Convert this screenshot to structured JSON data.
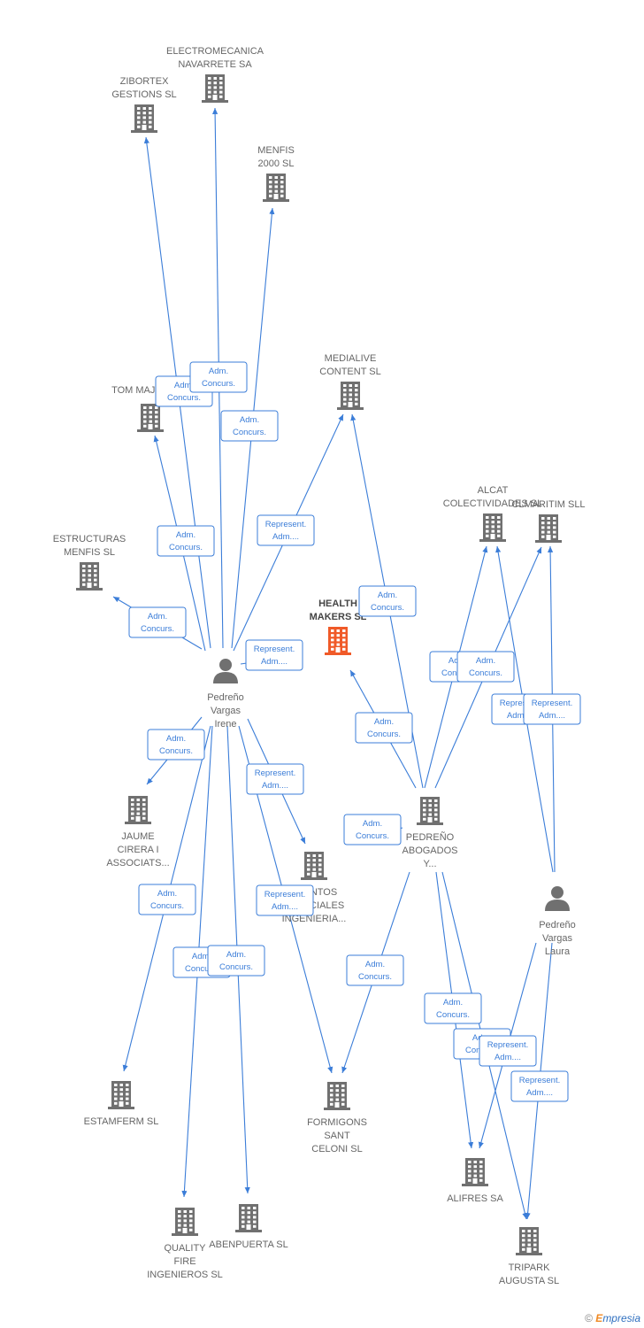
{
  "colors": {
    "edge": "#3b7dd8",
    "company": "#707070",
    "person": "#707070",
    "focus": "#f05a28"
  },
  "nodes": [
    {
      "id": "electromecanica",
      "type": "company",
      "lines": [
        "ELECTROMECANICA",
        "NAVARRETE SA"
      ]
    },
    {
      "id": "zibortex",
      "type": "company",
      "lines": [
        "ZIBORTEX",
        "GESTIONS SL"
      ]
    },
    {
      "id": "menfis2000",
      "type": "company",
      "lines": [
        "MENFIS",
        "2000 SL"
      ]
    },
    {
      "id": "medialive",
      "type": "company",
      "lines": [
        "MEDIALIVE",
        "CONTENT SL"
      ]
    },
    {
      "id": "tommajo",
      "type": "company",
      "lines": [
        "TOM MAJO"
      ]
    },
    {
      "id": "estructuras",
      "type": "company",
      "lines": [
        "ESTRUCTURAS",
        "MENFIS SL"
      ]
    },
    {
      "id": "health",
      "type": "focus",
      "lines": [
        "HEALTH",
        "MAKERS SL"
      ]
    },
    {
      "id": "alcat",
      "type": "company",
      "lines": [
        "ALCAT",
        "COLECTIVIDADES SL"
      ]
    },
    {
      "id": "clmaritim",
      "type": "company",
      "lines": [
        "CLMARITIM SLL"
      ]
    },
    {
      "id": "irene",
      "type": "person",
      "lines": [
        "Pedreño",
        "Vargas",
        "Irene"
      ]
    },
    {
      "id": "jaume",
      "type": "company",
      "lines": [
        "JAUME",
        "CIRERA I",
        "ASSOCIATS..."
      ]
    },
    {
      "id": "pedreno_abogados",
      "type": "company",
      "lines": [
        "PEDREÑO",
        "ABOGADOS",
        "Y..."
      ]
    },
    {
      "id": "asentos",
      "type": "company",
      "lines": [
        "ASENTOS",
        "ESPECIALES",
        "INGENIERIA..."
      ]
    },
    {
      "id": "laura",
      "type": "person",
      "lines": [
        "Pedreño",
        "Vargas",
        "Laura"
      ]
    },
    {
      "id": "estamferm",
      "type": "company",
      "lines": [
        "ESTAMFERM SL"
      ]
    },
    {
      "id": "formigons",
      "type": "company",
      "lines": [
        "FORMIGONS",
        "SANT",
        "CELONI SL"
      ]
    },
    {
      "id": "alifres",
      "type": "company",
      "lines": [
        "ALIFRES SA"
      ]
    },
    {
      "id": "quality",
      "type": "company",
      "lines": [
        "QUALITY",
        "FIRE",
        "INGENIEROS SL"
      ]
    },
    {
      "id": "abenpuerta",
      "type": "company",
      "lines": [
        "ABENPUERTA SL"
      ]
    },
    {
      "id": "tripark",
      "type": "company",
      "lines": [
        "TRIPARK",
        "AUGUSTA SL"
      ]
    }
  ],
  "edges": [
    {
      "from": "irene",
      "to": "zibortex",
      "label": [
        "Adm.",
        "Concurs."
      ]
    },
    {
      "from": "irene",
      "to": "electromecanica",
      "label": [
        "Adm.",
        "Concurs."
      ]
    },
    {
      "from": "irene",
      "to": "menfis2000",
      "label": [
        "Adm.",
        "Concurs."
      ]
    },
    {
      "from": "irene",
      "to": "tommajo",
      "label": [
        "Adm.",
        "Concurs."
      ]
    },
    {
      "from": "irene",
      "to": "medialive",
      "label": [
        "Represent.",
        "Adm...."
      ]
    },
    {
      "from": "irene",
      "to": "estructuras",
      "label": [
        "Adm.",
        "Concurs."
      ]
    },
    {
      "from": "irene",
      "to": "health",
      "label": [
        "Represent.",
        "Adm...."
      ]
    },
    {
      "from": "irene",
      "to": "jaume",
      "label": [
        "Adm.",
        "Concurs."
      ]
    },
    {
      "from": "irene",
      "to": "asentos",
      "label": [
        "Represent.",
        "Adm...."
      ]
    },
    {
      "from": "irene",
      "to": "estamferm",
      "label": [
        "Adm.",
        "Concurs."
      ]
    },
    {
      "from": "irene",
      "to": "formigons",
      "label": [
        "Represent.",
        "Adm...."
      ]
    },
    {
      "from": "irene",
      "to": "quality",
      "label": [
        "Adm.",
        "Concurs."
      ]
    },
    {
      "from": "irene",
      "to": "abenpuerta",
      "label": [
        "Adm.",
        "Concurs."
      ]
    },
    {
      "from": "pedreno_abogados",
      "to": "medialive",
      "label": [
        "Adm.",
        "Concurs."
      ]
    },
    {
      "from": "pedreno_abogados",
      "to": "health",
      "label": [
        "Adm.",
        "Concurs."
      ]
    },
    {
      "from": "pedreno_abogados",
      "to": "alcat",
      "label": [
        "Adm.",
        "Concurs."
      ]
    },
    {
      "from": "pedreno_abogados",
      "to": "clmaritim",
      "label": [
        "Adm.",
        "Concurs."
      ]
    },
    {
      "from": "pedreno_abogados",
      "to": "asentos",
      "label": [
        "Adm.",
        "Concurs."
      ]
    },
    {
      "from": "pedreno_abogados",
      "to": "formigons",
      "label": [
        "Adm.",
        "Concurs."
      ]
    },
    {
      "from": "pedreno_abogados",
      "to": "alifres",
      "label": [
        "Adm.",
        "Concurs."
      ]
    },
    {
      "from": "pedreno_abogados",
      "to": "tripark",
      "label": [
        "Adm.",
        "Concurs."
      ]
    },
    {
      "from": "laura",
      "to": "alcat",
      "label": [
        "Represent.",
        "Adm...."
      ]
    },
    {
      "from": "laura",
      "to": "clmaritim",
      "label": [
        "Represent.",
        "Adm...."
      ]
    },
    {
      "from": "laura",
      "to": "alifres",
      "label": [
        "Represent.",
        "Adm...."
      ]
    },
    {
      "from": "laura",
      "to": "tripark",
      "label": [
        "Represent.",
        "Adm...."
      ]
    }
  ],
  "footer": {
    "copyright": "©",
    "brand_initial": "E",
    "brand_rest": "mpresia"
  }
}
